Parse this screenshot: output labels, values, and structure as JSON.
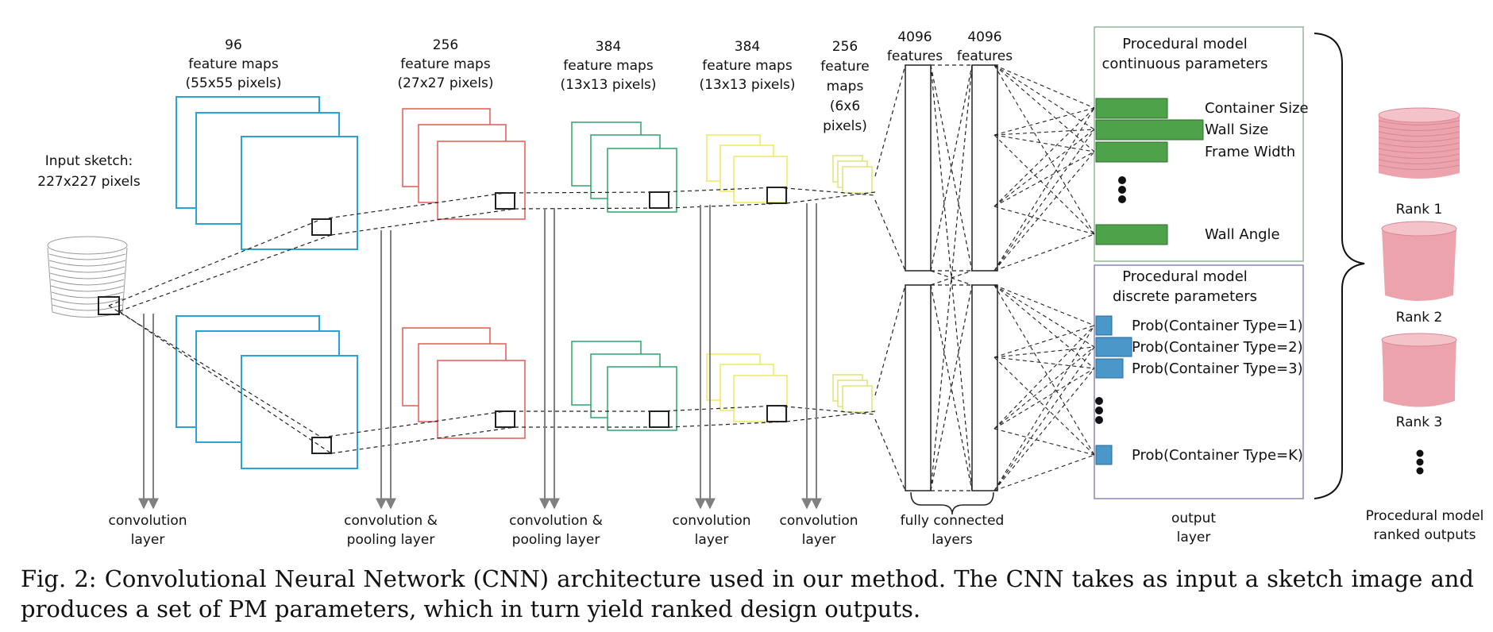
{
  "input": {
    "label_line1": "Input sketch:",
    "label_line2": "227x227 pixels"
  },
  "maps": [
    {
      "count": "96",
      "line2": "feature maps",
      "line3": "(55x55 pixels)",
      "line4": "",
      "color": "#29a3d6"
    },
    {
      "count": "256",
      "line2": "feature maps",
      "line3": "(27x27 pixels)",
      "line4": "",
      "color": "#dd5b52"
    },
    {
      "count": "384",
      "line2": "feature maps",
      "line3": "(13x13 pixels)",
      "line4": "",
      "color": "#2fa36b"
    },
    {
      "count": "384",
      "line2": "feature maps",
      "line3": "(13x13 pixels)",
      "line4": "",
      "color": "#eeea5c"
    },
    {
      "count": "256",
      "line2": "feature",
      "line3": "maps",
      "line4": "(6x6",
      "line5": "pixels)",
      "color": "#dfe37a"
    }
  ],
  "fc": [
    {
      "line1": "4096",
      "line2": "features"
    },
    {
      "line1": "4096",
      "line2": "features"
    }
  ],
  "layers": [
    {
      "line1": "convolution",
      "line2": "layer"
    },
    {
      "line1": "convolution &",
      "line2": "pooling layer"
    },
    {
      "line1": "convolution &",
      "line2": "pooling layer"
    },
    {
      "line1": "convolution",
      "line2": "layer"
    },
    {
      "line1": "convolution",
      "line2": "layer"
    },
    {
      "line1": "fully connected",
      "line2": "layers"
    },
    {
      "line1": "output",
      "line2": "layer"
    }
  ],
  "continuous": {
    "title_line1": "Procedural model",
    "title_line2": "continuous parameters",
    "color": "#4da24a",
    "params": [
      {
        "label": "Container Size",
        "value": 0.6
      },
      {
        "label": "Wall Size",
        "value": 0.9
      },
      {
        "label": "Frame Width",
        "value": 0.6
      },
      {
        "label": "Wall Angle",
        "value": 0.6
      }
    ]
  },
  "discrete": {
    "title_line1": "Procedural model",
    "title_line2": "discrete parameters",
    "color": "#4a97c9",
    "params": [
      {
        "label": "Prob(Container Type=1)",
        "value": 0.45
      },
      {
        "label": "Prob(Container Type=2)",
        "value": 1.0
      },
      {
        "label": "Prob(Container Type=3)",
        "value": 0.75
      },
      {
        "label": "Prob(Container Type=K)",
        "value": 0.45
      }
    ]
  },
  "outputs": {
    "color": "#eca3ab",
    "ranks": [
      "Rank 1",
      "Rank 2",
      "Rank 3"
    ],
    "label_line1": "Procedural model",
    "label_line2": "ranked outputs"
  },
  "caption": "Fig. 2: Convolutional Neural Network (CNN) architecture used in our method. The CNN takes as input a sketch image and produces a set of PM parameters, which in turn yield ranked design outputs."
}
